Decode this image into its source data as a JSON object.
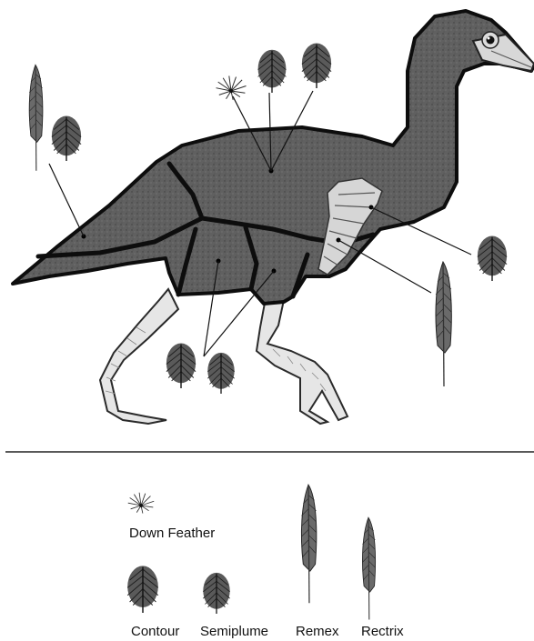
{
  "legend": {
    "items": [
      {
        "key": "down",
        "label": "Down Feather",
        "icon": "down-feather-icon"
      },
      {
        "key": "contour",
        "label": "Contour",
        "icon": "contour-feather-icon"
      },
      {
        "key": "semiplume",
        "label": "Semiplume",
        "icon": "semiplume-feather-icon"
      },
      {
        "key": "remex",
        "label": "Remex",
        "icon": "remex-feather-icon"
      },
      {
        "key": "rectrix",
        "label": "Rectrix",
        "icon": "rectrix-feather-icon"
      }
    ]
  },
  "colors": {
    "body": "#5e5e5e",
    "outline": "#0d0d0d",
    "legs": "#e4e4e4",
    "feather": "#2b2b2b"
  }
}
